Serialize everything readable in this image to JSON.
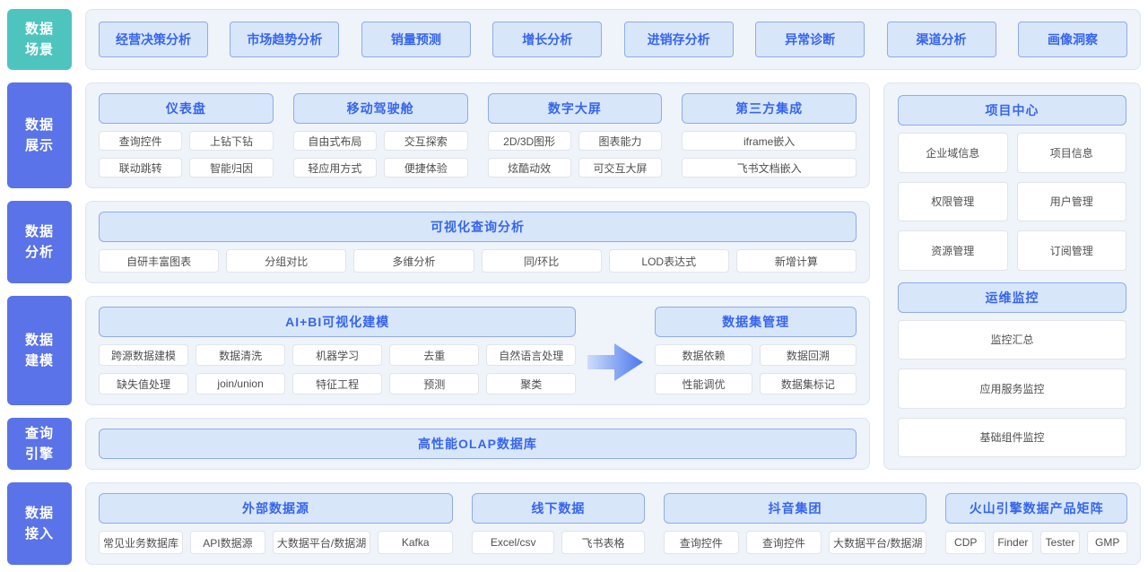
{
  "palette": {
    "teal": "#4EC4BF",
    "blue": "#5A73E8",
    "panel_bg": "#EFF3FA",
    "panel_border": "#DBE5F3",
    "header_bg": "#D8E6FA",
    "header_border": "#8FACEA",
    "header_text": "#3765EE",
    "card_border": "#E2E4E9",
    "card_text": "#4F4F4F"
  },
  "sidebar": {
    "items": [
      {
        "id": "scenario",
        "label": "数据\n场景"
      },
      {
        "id": "display",
        "label": "数据\n展示"
      },
      {
        "id": "analysis",
        "label": "数据\n分析"
      },
      {
        "id": "modeling",
        "label": "数据\n建模"
      },
      {
        "id": "engine",
        "label": "查询\n引擎"
      },
      {
        "id": "access",
        "label": "数据\n接入"
      }
    ]
  },
  "scenarios": {
    "items": [
      "经营决策分析",
      "市场趋势分析",
      "销量预测",
      "增长分析",
      "进销存分析",
      "异常诊断",
      "渠道分析",
      "画像洞察"
    ]
  },
  "display": {
    "groups": [
      {
        "title": "仪表盘",
        "cols": 2,
        "items": [
          "查询控件",
          "上钻下钻",
          "联动跳转",
          "智能归因"
        ]
      },
      {
        "title": "移动驾驶舱",
        "cols": 2,
        "items": [
          "自由式布局",
          "交互探索",
          "轻应用方式",
          "便捷体验"
        ]
      },
      {
        "title": "数字大屏",
        "cols": 2,
        "items": [
          "2D/3D图形",
          "图表能力",
          "炫酷动效",
          "可交互大屏"
        ]
      },
      {
        "title": "第三方集成",
        "cols": 1,
        "items": [
          "iframe嵌入",
          "飞书文档嵌入"
        ]
      }
    ]
  },
  "analysis": {
    "groups": [
      {
        "title": "可视化查询分析",
        "cols": 6,
        "items": [
          "自研丰富图表",
          "分组对比",
          "多维分析",
          "同/环比",
          "LOD表达式",
          "新增计算"
        ]
      }
    ]
  },
  "modeling": {
    "left": {
      "title": "AI+BI可视化建模",
      "cols": 5,
      "items": [
        "跨源数据建模",
        "数据清洗",
        "机器学习",
        "去重",
        "自然语言处理",
        "缺失值处理",
        "join/union",
        "特征工程",
        "预测",
        "聚类"
      ]
    },
    "right": {
      "title": "数据集管理",
      "cols": 2,
      "items": [
        "数据依赖",
        "数据回溯",
        "性能调优",
        "数据集标记"
      ]
    }
  },
  "engine": {
    "title": "高性能OLAP数据库"
  },
  "right_panel": {
    "groups": [
      {
        "title": "项目中心",
        "cols": 2,
        "items": [
          "企业域信息",
          "项目信息",
          "权限管理",
          "用户管理",
          "资源管理",
          "订阅管理"
        ]
      },
      {
        "title": "运维监控",
        "cols": 1,
        "items": [
          "监控汇总",
          "应用服务监控",
          "基础组件监控"
        ]
      }
    ]
  },
  "access": {
    "groups": [
      {
        "title": "外部数据源",
        "cols": 4,
        "flex": 3.9,
        "items": [
          "常见业务数据库",
          "API数据源",
          "大数据平台/数据湖",
          "Kafka"
        ]
      },
      {
        "title": "线下数据",
        "cols": 2,
        "flex": 1.9,
        "items": [
          "Excel/csv",
          "飞书表格"
        ]
      },
      {
        "title": "抖音集团",
        "cols": 3,
        "flex": 2.9,
        "items": [
          "查询控件",
          "查询控件",
          "大数据平台/数据湖"
        ]
      },
      {
        "title": "火山引擎数据产品矩阵",
        "cols": 4,
        "flex": 2.0,
        "items": [
          "CDP",
          "Finder",
          "Tester",
          "GMP"
        ]
      }
    ]
  }
}
